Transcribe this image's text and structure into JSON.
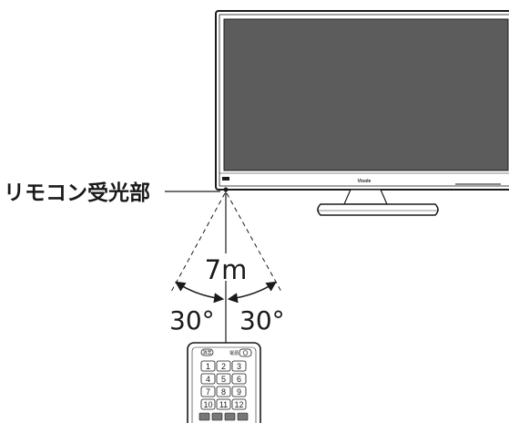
{
  "callout": {
    "label": "リモコン受光部"
  },
  "diagram": {
    "distance_label": "7m",
    "left_angle": "30°",
    "right_angle": "30°"
  },
  "tv": {
    "brand_label": "Visole"
  },
  "remote": {
    "top_left_button": "消音",
    "top_right_label": "電源",
    "number_keys": [
      "1",
      "2",
      "3",
      "4",
      "5",
      "6",
      "7",
      "8",
      "9",
      "10",
      "11",
      "12"
    ]
  },
  "colors": {
    "screen": "#5c5c5c",
    "line": "#1a1a1a",
    "background": "#ffffff"
  }
}
